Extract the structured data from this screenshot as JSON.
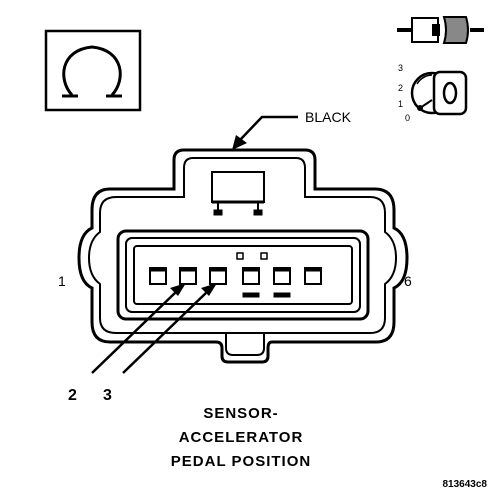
{
  "connector": {
    "color_label": "BLACK",
    "end_left": "1",
    "end_right": "6"
  },
  "callouts": {
    "pin_a": "2",
    "pin_b": "3"
  },
  "key_positions": [
    "3",
    "2",
    "1",
    "0"
  ],
  "key_letter": "O",
  "caption": {
    "line1": "SENSOR-",
    "line2": "ACCELERATOR",
    "line3": "PEDAL POSITION"
  },
  "figure_id": "813643c8",
  "colors": {
    "ink": "#000000",
    "paper": "#ffffff"
  }
}
